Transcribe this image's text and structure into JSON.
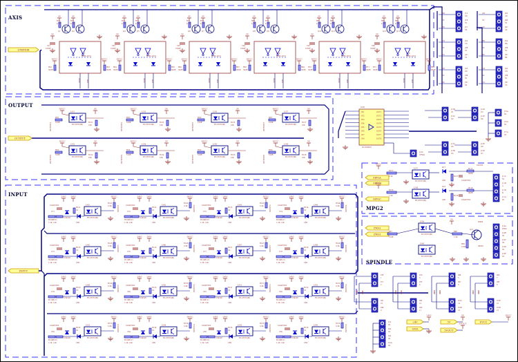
{
  "colors": {
    "background": "#ffffff",
    "border_dashed": "#3333ff",
    "bus": "#000080",
    "wire": "#000080",
    "component_outline": "#993333",
    "component_fill_blue": "#0000cc",
    "label_red": "#993333",
    "port_fill": "#ffff99",
    "port_stroke": "#cc9900",
    "connector_fill": "#3333cc",
    "text": "#000033"
  },
  "sections": {
    "axis": {
      "label": "AXIS"
    },
    "output": {
      "label": "OUTPUT"
    },
    "input": {
      "label": "INPUT"
    },
    "mpg": {
      "label": "MPG2"
    },
    "spindle": {
      "label": "SPINDLE"
    }
  },
  "ports": {
    "axis_bus": "STEPDIR",
    "output_bus": "OUTPUT",
    "input_bus": "INPUT",
    "mpg_a": "MPGA",
    "mpg_b": "MPGB",
    "mpg_c": "MPGC",
    "spindle_pwm1": "PWM",
    "spindle_pwm2": "PWM",
    "misc": [
      {
        "label": "24V",
        "net": "24VI"
      },
      {
        "label": "5V",
        "net": "5V"
      },
      {
        "label": "DVCC",
        "net": "DVCC"
      },
      {
        "label": "GND",
        "net": "GND"
      },
      {
        "label": "5VOUT",
        "net": "5VOUT"
      }
    ]
  },
  "axis": {
    "channels": [
      {
        "optocoupler": "U11",
        "part": "HCPL-2631",
        "transistors": [
          "Q1",
          "Q2"
        ],
        "cap": "C41",
        "cap_value": "100nF",
        "resistors": [
          "R73",
          "R75",
          "R62",
          "R63"
        ],
        "r_values": [
          "4.7K",
          "4.7K",
          "300R",
          "300R"
        ],
        "nets": [
          "STEP",
          "DIR"
        ]
      },
      {
        "optocoupler": "U12",
        "part": "HCPL-2631",
        "transistors": [
          "Q4",
          "Q5"
        ],
        "cap": "C42",
        "cap_value": "100nF",
        "resistors": [
          "R74",
          "R76",
          "R64",
          "R65"
        ],
        "r_values": [
          "4.7K",
          "4.7K",
          "300R",
          "300R"
        ],
        "nets": [
          "STEP",
          "DIR"
        ]
      },
      {
        "optocoupler": "U13",
        "part": "HCPL-2631",
        "transistors": [
          "Q6",
          "Q7"
        ],
        "cap": "C43",
        "cap_value": "100nF",
        "resistors": [
          "R77",
          "R78",
          "R66",
          "R67"
        ],
        "r_values": [
          "4.7K",
          "4.7K",
          "300R",
          "300R"
        ],
        "nets": [
          "STEP",
          "DIR"
        ]
      },
      {
        "optocoupler": "U14",
        "part": "HCPL-2631",
        "transistors": [
          "Q8",
          "Q9"
        ],
        "cap": "C44",
        "cap_value": "100nF",
        "resistors": [
          "R80",
          "R79",
          "R68",
          "R69"
        ],
        "r_values": [
          "4.7K",
          "4.7K",
          "300R",
          "300R"
        ],
        "nets": [
          "STEP",
          "DIR"
        ]
      },
      {
        "optocoupler": "U15",
        "part": "HCPL-2631",
        "transistors": [
          "Q10",
          "Q11"
        ],
        "cap": "C45",
        "cap_value": "100nF",
        "resistors": [
          "R81",
          "R82",
          "R70",
          "R71"
        ],
        "r_values": [
          "4.7K",
          "4.7K",
          "300R",
          "300R"
        ],
        "nets": [
          "STEP",
          "DIR"
        ]
      },
      {
        "optocoupler": "U16",
        "part": "HCPL-2631",
        "transistors": [
          "Q12",
          "Q13"
        ],
        "cap": "C46",
        "cap_value": "100nF",
        "resistors": [
          "R83",
          "R84",
          "R72",
          "R85"
        ],
        "r_values": [
          "4.7K",
          "4.7K",
          "300R",
          "300R"
        ],
        "nets": [
          "STEP",
          "DIR"
        ]
      }
    ],
    "connectors": [
      {
        "ref": "J1A",
        "pins": [
          "XD",
          "5V",
          "XS"
        ],
        "labels": [
          "J1A",
          "J1B",
          "J1C"
        ],
        "nets": [
          "XD",
          "5V",
          "XS"
        ]
      },
      {
        "ref": "J2A",
        "pins": [
          "YD",
          "5V",
          "YS"
        ],
        "labels": [
          "J2A",
          "J2B",
          "J2C"
        ],
        "nets": [
          "YD",
          "5V",
          "YS"
        ]
      },
      {
        "ref": "J3A",
        "pins": [
          "ZD",
          "5V",
          "ZS"
        ],
        "labels": [
          "J3A",
          "J3B",
          "J3C"
        ],
        "nets": [
          "ZD",
          "5V",
          "ZS"
        ]
      },
      {
        "ref": "J4A",
        "pins": [
          "AD",
          "5V",
          "AS"
        ],
        "labels": [
          "J4A",
          "J4B",
          "J4C"
        ],
        "nets": [
          "AD",
          "5V",
          "AS"
        ]
      },
      {
        "ref": "J5A",
        "pins": [
          "BD",
          "5V",
          "BS"
        ],
        "labels": [
          "J5A",
          "J5B",
          "J5C"
        ],
        "nets": [
          "BD",
          "5V",
          "BS"
        ]
      },
      {
        "ref": "J6A",
        "pins": [
          "CD",
          "5V",
          "CS"
        ],
        "labels": [
          "J6A",
          "J6B",
          "J6C"
        ],
        "nets": [
          "CD",
          "5V",
          "CS"
        ]
      }
    ]
  },
  "output": {
    "channels": [
      {
        "ref": "U31",
        "part": "EL357N(B)",
        "r_in": "RN1",
        "r_in_value": "510R",
        "r_out": "R131",
        "r_out_value": "10K",
        "net": "OUTPUT1"
      },
      {
        "ref": "U32",
        "part": "EL357N(B)",
        "r_in": "RN2",
        "r_in_value": "510R",
        "r_out": "R132",
        "r_out_value": "10K",
        "net": "OUTPUT2"
      },
      {
        "ref": "U33",
        "part": "EL357N(B)",
        "r_in": "RN3",
        "r_in_value": "510R",
        "r_out": "R133",
        "r_out_value": "10K",
        "net": "OUTPUT3"
      },
      {
        "ref": "U34",
        "part": "EL357N(B)",
        "r_in": "RN4",
        "r_in_value": "510R",
        "r_out": "R134",
        "r_out_value": "10K",
        "net": "OUTPUT4"
      },
      {
        "ref": "U35",
        "part": "EL357N(B)",
        "r_in": "RN5",
        "r_in_value": "510R",
        "r_out": "R135",
        "r_out_value": "10K",
        "net": "OUTPUT5"
      },
      {
        "ref": "U36",
        "part": "EL357N(B)",
        "r_in": "RN6",
        "r_in_value": "510R",
        "r_out": "R136",
        "r_out_value": "10K",
        "net": "OUTPUT6"
      },
      {
        "ref": "U37",
        "part": "EL357N(B)",
        "r_in": "RN7",
        "r_in_value": "510R",
        "r_out": "R137",
        "r_out_value": "10K",
        "net": "OUTPUT7"
      },
      {
        "ref": "U38",
        "part": "EL357N(B)",
        "r_in": "RN8",
        "r_in_value": "510R",
        "r_out": "R138",
        "r_out_value": "10K",
        "net": "OUTPUT8"
      }
    ],
    "driver": {
      "ref": "U30",
      "part": "ULN2803",
      "inputs": [
        "IN1",
        "IN2",
        "IN3",
        "IN4",
        "IN5",
        "IN6",
        "IN7",
        "IN8"
      ],
      "outputs": [
        "OUT1",
        "OUT2",
        "OUT3",
        "OUT4",
        "OUT5",
        "OUT6",
        "OUT7",
        "OUT8"
      ],
      "gnd": "GND",
      "com": "COM"
    },
    "connectors": [
      {
        "ref": "J12B",
        "net": "O1"
      },
      {
        "ref": "J12C",
        "net": "O2"
      },
      {
        "ref": "J12D",
        "net": "O3"
      },
      {
        "ref": "J12E",
        "net": "O4"
      },
      {
        "ref": "J13C",
        "net": "O6"
      },
      {
        "ref": "J13B",
        "net": "O5"
      },
      {
        "ref": "J13E",
        "net": "O8"
      },
      {
        "ref": "J13D",
        "net": "O7"
      },
      {
        "ref": "J13A",
        "net": "6V"
      },
      {
        "ref": "J15A",
        "net": "6V"
      },
      {
        "ref": "J16A",
        "net": "6V"
      },
      {
        "ref": "J17A",
        "net": "6V"
      }
    ],
    "cw_label": "CFWD",
    "cw_connector": "J13b"
  },
  "mpg": {
    "channels": [
      {
        "ref": "U57",
        "part": "EL357N(B)",
        "r_in": "R157",
        "r_in_value": "1.5K",
        "diode": "D17",
        "r_par": "R137",
        "r_par_value": "1.5K",
        "cap": "C47",
        "cap_value": "100nF/50V",
        "r_out": "R117",
        "r_out_value": "300R",
        "led": "LED",
        "net": "A"
      },
      {
        "ref": "U58",
        "part": "EL357N(B)",
        "r_in": "R158",
        "r_in_value": "1.5K",
        "diode": "D18",
        "r_par": "R138",
        "r_par_value": "1.5K",
        "cap": "C48",
        "cap_value": "100nF/50V",
        "r_out": "R118",
        "r_out_value": "300R",
        "led": "LED",
        "net": "B"
      }
    ],
    "supply": "DVCC",
    "power_net": "5VOUT",
    "connector": [
      {
        "ref": "J11C",
        "net": "5V"
      },
      {
        "ref": "J11B",
        "net": "A"
      },
      {
        "ref": "J11D",
        "net": "B"
      },
      {
        "ref": "J11A",
        "net": "0V"
      }
    ]
  },
  "spindle": {
    "optos": [
      {
        "ref": "U59",
        "part": "EL357N(B)"
      },
      {
        "ref": "U60",
        "part": "EL357N(B)"
      }
    ],
    "r_in": "R67",
    "r_in_value": "510R",
    "r_base": "R88",
    "r_base_value": "1.5K",
    "r_pull": "R89",
    "r_pull_value": "100K",
    "transistor": "Q13",
    "transistor_part": "S8050",
    "supply": "5V",
    "pwm_net": "PWM",
    "connector": [
      {
        "ref": "J14A",
        "net": "PWM"
      },
      {
        "ref": "J14B",
        "net": "0V"
      },
      {
        "ref": "J14C",
        "net": "0V"
      },
      {
        "ref": "J14D",
        "net": "0V"
      },
      {
        "ref": "J14E",
        "net": "0V"
      }
    ]
  },
  "input": {
    "channels": [
      {
        "ref": "U41",
        "part": "EL357N(B)",
        "r_a": "R100",
        "r_b": "R101",
        "r_value": "1.2K",
        "cap": "C71",
        "cap_value": "100nF/50V",
        "zener": "1N4148",
        "r_led": "R121",
        "r_led_value": "1K",
        "r_pull": "R141",
        "r_pull_value": "3.3K",
        "net": "INPUT1"
      },
      {
        "ref": "U42",
        "part": "EL357N(B)",
        "r_a": "R102",
        "r_b": "R103",
        "r_value": "1.2K",
        "cap": "C72",
        "cap_value": "100nF/50V",
        "zener": "1N4148",
        "r_led": "R122",
        "r_led_value": "1K",
        "r_pull": "R142",
        "r_pull_value": "3.3K",
        "net": "INPUT2"
      },
      {
        "ref": "U43",
        "part": "EL357N(B)",
        "r_a": "R104",
        "r_b": "R105",
        "r_value": "1.2K",
        "cap": "C73",
        "cap_value": "100nF/50V",
        "zener": "1N4148",
        "r_led": "R123",
        "r_led_value": "1K",
        "r_pull": "R143",
        "r_pull_value": "3.3K",
        "net": "INPUT3"
      },
      {
        "ref": "U44",
        "part": "EL357N(B)",
        "r_a": "R106",
        "r_b": "R107",
        "r_value": "1.2K",
        "cap": "C74",
        "cap_value": "100nF/50V",
        "zener": "1N4148",
        "r_led": "R124",
        "r_led_value": "1K",
        "r_pull": "R144",
        "r_pull_value": "3.3K",
        "net": "INPUT4"
      },
      {
        "ref": "U45",
        "part": "EL357N(B)",
        "r_a": "R108",
        "r_b": "R109",
        "r_value": "1.2K",
        "cap": "C75",
        "cap_value": "100nF/50V",
        "zener": "1N4148",
        "r_led": "R125",
        "r_led_value": "1K",
        "r_pull": "R145",
        "r_pull_value": "3.3K",
        "net": "INPUT5"
      },
      {
        "ref": "U46",
        "part": "EL357N(B)",
        "r_a": "R110",
        "r_b": "R111",
        "r_value": "1.2K",
        "cap": "C76",
        "cap_value": "100nF/50V",
        "zener": "1N4148",
        "r_led": "R126",
        "r_led_value": "1K",
        "r_pull": "R146",
        "r_pull_value": "3.3K",
        "net": "INPUT6"
      },
      {
        "ref": "U47",
        "part": "EL357N(B)",
        "r_a": "R112",
        "r_b": "R113",
        "r_value": "1.2K",
        "cap": "C77",
        "cap_value": "100nF/50V",
        "zener": "1N4148",
        "r_led": "R127",
        "r_led_value": "1K",
        "r_pull": "R147",
        "r_pull_value": "3.3K",
        "net": "INPUT7"
      },
      {
        "ref": "U48",
        "part": "EL357N(B)",
        "r_a": "R114",
        "r_b": "R115",
        "r_value": "1.2K",
        "cap": "C78",
        "cap_value": "100nF/50V",
        "zener": "1N4148",
        "r_led": "R128",
        "r_led_value": "1K",
        "r_pull": "R148",
        "r_pull_value": "3.3K",
        "net": "INPUT8"
      },
      {
        "ref": "U49",
        "part": "EL357N(B)",
        "r_a": "R116",
        "r_b": "R117",
        "r_value": "1.2K",
        "cap": "C79",
        "cap_value": "100nF/50V",
        "zener": "1N4148",
        "r_led": "R129",
        "r_led_value": "1K",
        "r_pull": "R149",
        "r_pull_value": "3.3K",
        "net": "INPUT9"
      },
      {
        "ref": "U50",
        "part": "EL357N(B)",
        "r_a": "R118",
        "r_b": "R119",
        "r_value": "1.2K",
        "cap": "C80",
        "cap_value": "100nF/50V",
        "zener": "1N4148",
        "r_led": "R130",
        "r_led_value": "1K",
        "r_pull": "R150",
        "r_pull_value": "3.3K",
        "net": "INPUT10"
      },
      {
        "ref": "U51",
        "part": "EL357N(B)",
        "r_a": "R120",
        "r_b": "R121",
        "r_value": "1.2K",
        "cap": "C81",
        "cap_value": "100nF/50V",
        "zener": "1N4148",
        "r_led": "R131",
        "r_led_value": "1K",
        "r_pull": "R151",
        "r_pull_value": "3.3K",
        "net": "INPUT11"
      },
      {
        "ref": "U52",
        "part": "EL357N(B)",
        "r_a": "R122",
        "r_b": "R123",
        "r_value": "1.2K",
        "cap": "C82",
        "cap_value": "100nF/50V",
        "zener": "1N4148",
        "r_led": "R132",
        "r_led_value": "1K",
        "r_pull": "R152",
        "r_pull_value": "3.3K",
        "net": "INPUT12"
      },
      {
        "ref": "U53",
        "part": "EL357N(B)",
        "r_a": "R124",
        "r_b": "R125",
        "r_value": "1.2K",
        "cap": "C83",
        "cap_value": "100nF/50V",
        "zener": "1N4148",
        "r_led": "R133",
        "r_led_value": "1K",
        "r_pull": "R153",
        "r_pull_value": "3.3K",
        "net": "INPUT13"
      },
      {
        "ref": "U54",
        "part": "EL357N(B)",
        "r_a": "R126",
        "r_b": "R127",
        "r_value": "1.2K",
        "cap": "C84",
        "cap_value": "100nF/50V",
        "zener": "1N4148",
        "r_led": "R134",
        "r_led_value": "1K",
        "r_pull": "R154",
        "r_pull_value": "3.3K",
        "net": "INPUT14"
      },
      {
        "ref": "U55",
        "part": "EL357N(B)",
        "r_a": "R128",
        "r_b": "R129",
        "r_value": "1.2K",
        "cap": "C85",
        "cap_value": "100nF/50V",
        "zener": "1N4148",
        "r_led": "R135",
        "r_led_value": "1K",
        "r_pull": "R155",
        "r_pull_value": "3.3K",
        "net": "INPUT15"
      },
      {
        "ref": "U56",
        "part": "EL357N(B)",
        "r_a": "R130",
        "r_b": "R131",
        "r_value": "1.2K",
        "cap": "C86",
        "cap_value": "100nF/50V",
        "zener": "1N4148",
        "r_led": "R136",
        "r_led_value": "1K",
        "r_pull": "R156",
        "r_pull_value": "3.3K",
        "net": "INPUT16"
      }
    ],
    "supply": "24VI",
    "pull_supply": "DVCC",
    "led_label": "LED",
    "connectors": [
      {
        "pins": [
          "I7B",
          "I7C"
        ],
        "nets": [
          "1",
          "2"
        ],
        "in_nets": [
          "IN1",
          "IN2"
        ]
      },
      {
        "pins": [
          "I7D",
          "I7E"
        ],
        "nets": [
          "3",
          "4"
        ],
        "in_nets": [
          "IN3",
          "IN4"
        ]
      },
      {
        "pins": [
          "I8B",
          "I8C"
        ],
        "nets": [
          "5",
          "6"
        ],
        "in_nets": [
          "IN5",
          "IN6"
        ]
      },
      {
        "pins": [
          "I8D",
          "I8E"
        ],
        "nets": [
          "7",
          "8"
        ],
        "in_nets": [
          "IN7",
          "IN8"
        ]
      },
      {
        "pins": [
          "I9C",
          "I9B"
        ],
        "nets": [
          "10",
          "9"
        ],
        "in_nets": [
          "IN10",
          "IN9"
        ]
      },
      {
        "pins": [
          "I9E",
          "I9D"
        ],
        "nets": [
          "12",
          "11"
        ],
        "in_nets": [
          "IN12",
          "IN11"
        ]
      },
      {
        "pins": [
          "I10C",
          "I10B"
        ],
        "nets": [
          "14",
          "13"
        ],
        "in_nets": [
          "IN14",
          "IN13"
        ]
      },
      {
        "pins": [
          "I10E",
          "I10D"
        ],
        "nets": [
          "16",
          "15"
        ],
        "in_nets": [
          "IN16",
          "IN15"
        ]
      }
    ],
    "gnd_connector": [
      {
        "ref": "I7A",
        "net": "0V"
      },
      {
        "ref": "I8A",
        "net": "0V"
      },
      {
        "ref": "I9A",
        "net": "0V"
      },
      {
        "ref": "I10A",
        "net": "0V"
      }
    ]
  }
}
